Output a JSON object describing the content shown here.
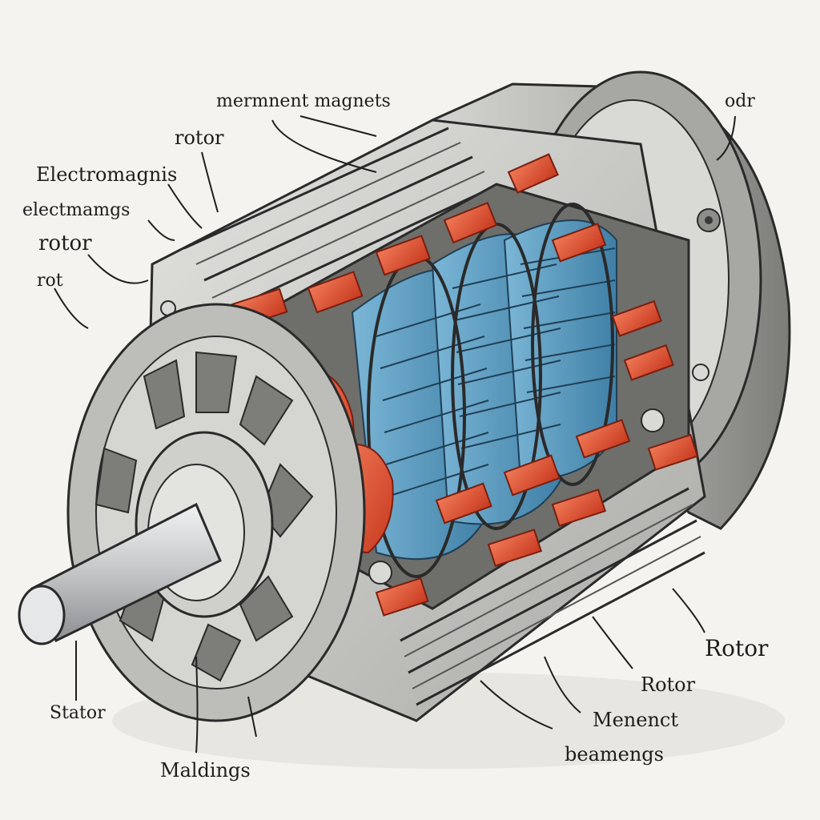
{
  "labels": {
    "mermnent_magnets": "mermnent magnets",
    "odr": "odr",
    "rotor_top": "rotor",
    "electromagnis": "Electromagnis",
    "electmamgs": "electmamgs",
    "rotor_left": "rotor",
    "rot": "rot",
    "stator": "Stator",
    "maldings": "Maldings",
    "rotor_right_1": "Rotor",
    "rotor_right_2": "Rotor",
    "menenct": "Menenct",
    "beamengs": "beamengs"
  },
  "colors": {
    "background": "#f4f3ef",
    "housing": "#c9c9c6",
    "housing_dark": "#8d8d8a",
    "copper_coil": "#e8553a",
    "lamination_blue": "#5b9ec2",
    "shaft": "#d7d8d9",
    "ink": "#2a2a2a"
  }
}
